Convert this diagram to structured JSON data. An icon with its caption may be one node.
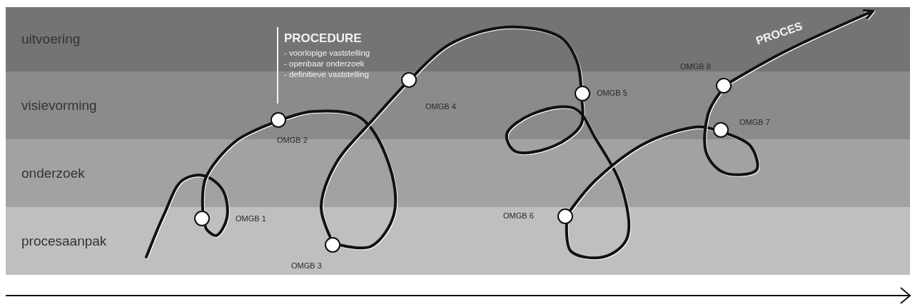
{
  "diagram": {
    "nodes": [
      {
        "text": [],
        "shape": "circle",
        "beside": [
          "OMGB 1"
        ]
      },
      {
        "text": [],
        "shape": "circle",
        "beside": [
          "OMGB 2"
        ]
      },
      {
        "text": [],
        "shape": "circle",
        "beside": [
          "OMGB 3"
        ]
      },
      {
        "text": [],
        "shape": "circle",
        "beside": [
          "OMGB 4"
        ]
      },
      {
        "text": [],
        "shape": "circle",
        "beside": [
          "OMGB 5"
        ]
      },
      {
        "text": [],
        "shape": "circle",
        "beside": [
          "OMGB 6"
        ]
      },
      {
        "text": [],
        "shape": "circle",
        "beside": [
          "OMGB 7"
        ]
      },
      {
        "text": [],
        "shape": "circle",
        "beside": [
          "OMGB 8"
        ]
      }
    ],
    "edges": [
      {
        "from": null,
        "to": 0,
        "arrow": "none"
      },
      {
        "from": 0,
        "to": 1,
        "arrow": "none"
      },
      {
        "from": 1,
        "to": 2,
        "arrow": "none"
      },
      {
        "from": 2,
        "to": 3,
        "arrow": "none"
      },
      {
        "from": 3,
        "to": 4,
        "arrow": "none"
      },
      {
        "from": 4,
        "to": 5,
        "arrow": "none"
      },
      {
        "from": 5,
        "to": 6,
        "arrow": "none"
      },
      {
        "from": 6,
        "to": 7,
        "arrow": "none"
      },
      {
        "from": 7,
        "to": null,
        "arrow": "to",
        "label": "PROCES"
      }
    ],
    "labels": [
      "uitvoering",
      "PROCEDURE",
      "- voorlopige vaststelling",
      "- openbaar onderzoek",
      "- definitieve vaststelling",
      "visievorming",
      "onderzoek",
      "procesaanpak"
    ]
  }
}
